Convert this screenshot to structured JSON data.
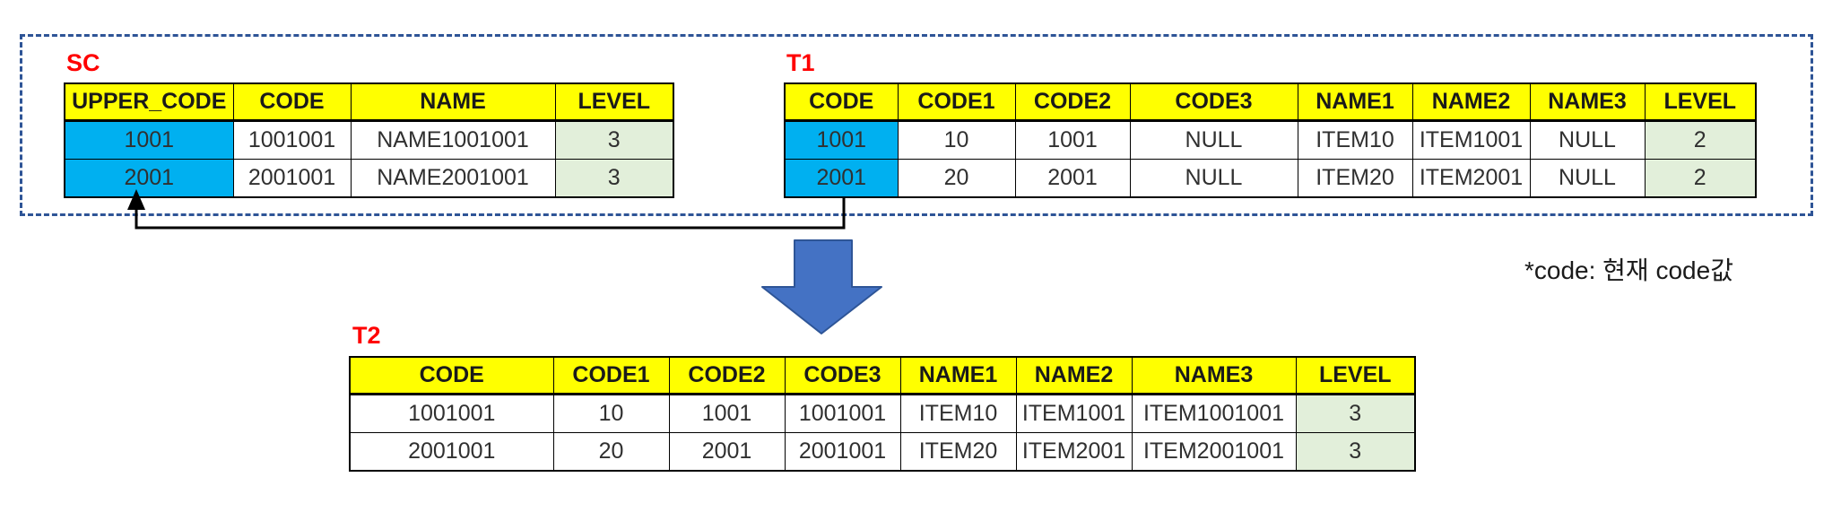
{
  "note": {
    "text": "*code: 현재 code값"
  },
  "tables": {
    "sc": {
      "label": "SC",
      "headers": [
        "UPPER_CODE",
        "CODE",
        "NAME",
        "LEVEL"
      ],
      "rows": [
        [
          "1001",
          "1001001",
          "NAME1001001",
          "3"
        ],
        [
          "2001",
          "2001001",
          "NAME2001001",
          "3"
        ]
      ]
    },
    "t1": {
      "label": "T1",
      "headers": [
        "CODE",
        "CODE1",
        "CODE2",
        "CODE3",
        "NAME1",
        "NAME2",
        "NAME3",
        "LEVEL"
      ],
      "rows": [
        [
          "1001",
          "10",
          "1001",
          "NULL",
          "ITEM10",
          "ITEM1001",
          "NULL",
          "2"
        ],
        [
          "2001",
          "20",
          "2001",
          "NULL",
          "ITEM20",
          "ITEM2001",
          "NULL",
          "2"
        ]
      ]
    },
    "t2": {
      "label": "T2",
      "headers": [
        "CODE",
        "CODE1",
        "CODE2",
        "CODE3",
        "NAME1",
        "NAME2",
        "NAME3",
        "LEVEL"
      ],
      "rows": [
        [
          "1001001",
          "10",
          "1001",
          "1001001",
          "ITEM10",
          "ITEM1001",
          "ITEM1001001",
          "3"
        ],
        [
          "2001001",
          "20",
          "2001",
          "2001001",
          "ITEM20",
          "ITEM2001",
          "ITEM2001001",
          "3"
        ]
      ]
    }
  },
  "icons": {
    "down_arrow": "down-arrow-icon",
    "connector": "upper-code-connector-arrow"
  },
  "colors": {
    "header_bg": "#FFFF00",
    "key_cell_bg": "#00B0F0",
    "level_cell_bg": "#E2EFDA",
    "label_red": "#FF0000",
    "arrow_fill": "#4472C4",
    "arrow_border": "#2E5597",
    "dashed_border": "#2E5496",
    "connector_black": "#000000"
  }
}
